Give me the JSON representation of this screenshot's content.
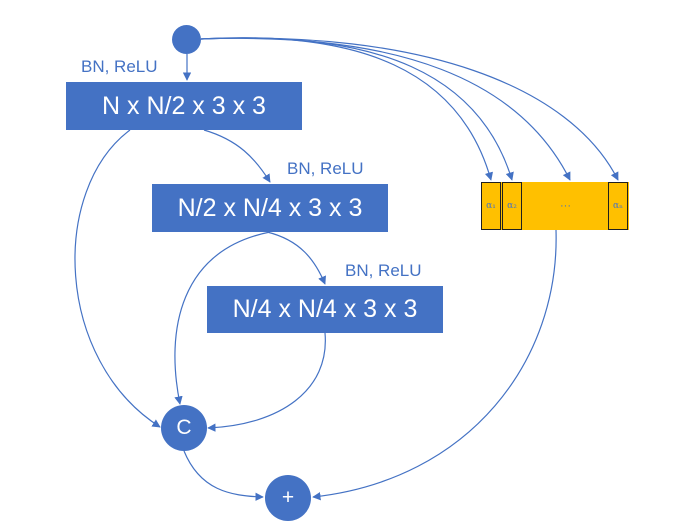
{
  "blocks": [
    {
      "label": "BN, ReLU",
      "conv": "N x N/2 x 3 x 3"
    },
    {
      "label": "BN, ReLU",
      "conv": "N/2 x N/4 x 3 x 3"
    },
    {
      "label": "BN, ReLU",
      "conv": "N/4 x N/4 x 3 x 3"
    }
  ],
  "concat_node": "C",
  "add_node": "+",
  "alphas": {
    "first": "α₁",
    "second": "α₂",
    "ellipsis": "···",
    "last": "αₙ"
  },
  "colors": {
    "block": "#4472c4",
    "alpha_bar": "#ffc000",
    "edge": "#4472c4"
  }
}
